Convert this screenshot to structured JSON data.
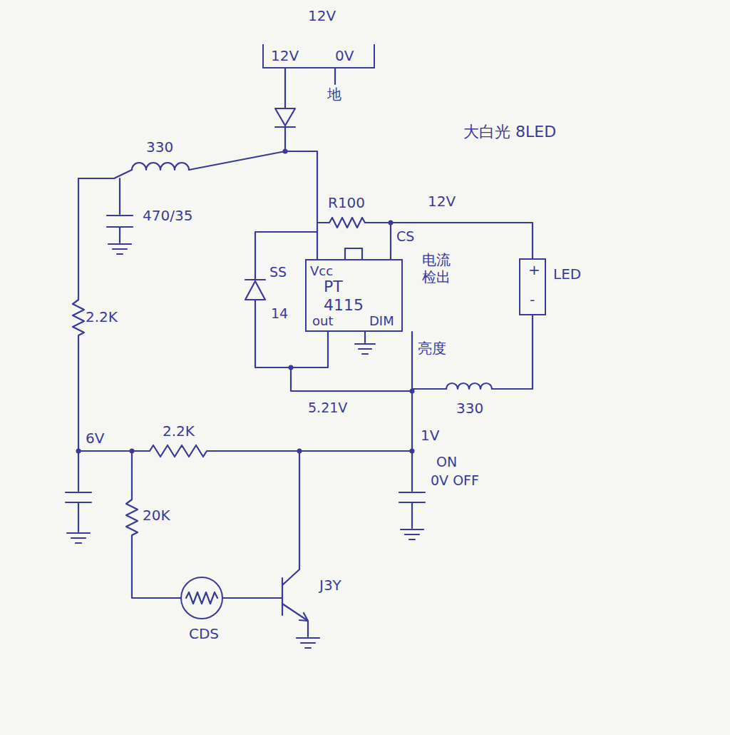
{
  "diagram": {
    "title": "大白光 8LED",
    "nodes": [
      {
        "text": [
          "12V",
          "12V",
          "0V"
        ]
      },
      {
        "text": [
          "Vcc",
          "PT 4115",
          "out",
          "DIM"
        ]
      },
      {
        "text": [
          "LED",
          "+",
          "-"
        ]
      },
      {
        "text": [
          "CDS"
        ]
      }
    ],
    "labels": [
      "330",
      "470/35",
      "R100",
      "12V",
      "CS",
      "电流 检出",
      "SS",
      "14",
      "亮度",
      "2.2K",
      "5.21V",
      "1V",
      "330",
      "ON",
      "0V OFF",
      "6V",
      "2.2K",
      "20K",
      "J3Y",
      "地"
    ]
  }
}
